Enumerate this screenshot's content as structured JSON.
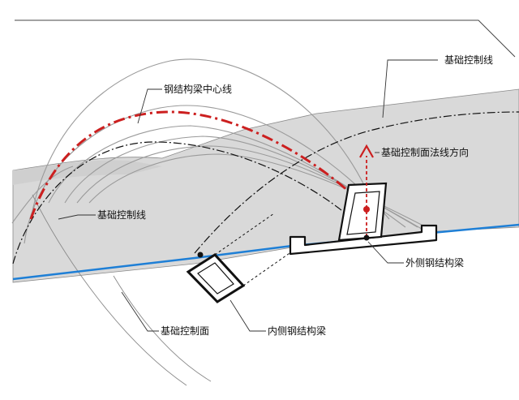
{
  "labels": {
    "foundation_control_line_top": "基础控制线",
    "steel_beam_centerline": "钢结构梁中心线",
    "foundation_normal_direction": "基础控制面法线方向",
    "foundation_control_line_left": "基础控制线",
    "outer_steel_beam": "外侧钢结构梁",
    "foundation_control_surface": "基础控制面",
    "inner_steel_beam": "内侧钢结构梁"
  },
  "colors": {
    "centerline": "#cc1f1f",
    "control_surface_edge": "#1e7fd6",
    "ground_fill": "#d6d6d6",
    "arch_stroke": "#9a9a9a",
    "leader": "#333333"
  }
}
